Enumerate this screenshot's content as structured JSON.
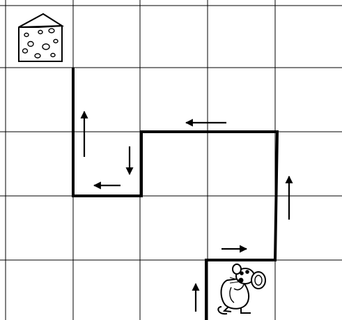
{
  "grid": {
    "rows": 5,
    "cols": 5
  },
  "colors": {
    "line": "#000000",
    "background": "#ffffff"
  },
  "cheese": {
    "icon": "cheese-icon",
    "cell": {
      "row": 0,
      "col": 0
    }
  },
  "mouse": {
    "icon": "mouse-icon",
    "cell": {
      "row": 4,
      "col": 3
    }
  },
  "path_cells": [
    [
      4,
      3
    ],
    [
      3,
      3
    ],
    [
      3,
      4
    ],
    [
      2,
      4
    ],
    [
      2,
      3
    ],
    [
      2,
      2
    ],
    [
      3,
      2
    ],
    [
      3,
      1
    ],
    [
      2,
      1
    ],
    [
      1,
      1
    ]
  ],
  "arrows": [
    {
      "name": "arrow-up-mouse-cell",
      "direction": "up"
    },
    {
      "name": "arrow-right-row4",
      "direction": "right"
    },
    {
      "name": "arrow-up-col4",
      "direction": "up"
    },
    {
      "name": "arrow-left-row2",
      "direction": "left"
    },
    {
      "name": "arrow-down-col2",
      "direction": "down"
    },
    {
      "name": "arrow-left-row3",
      "direction": "left"
    },
    {
      "name": "arrow-up-col1",
      "direction": "up"
    }
  ]
}
